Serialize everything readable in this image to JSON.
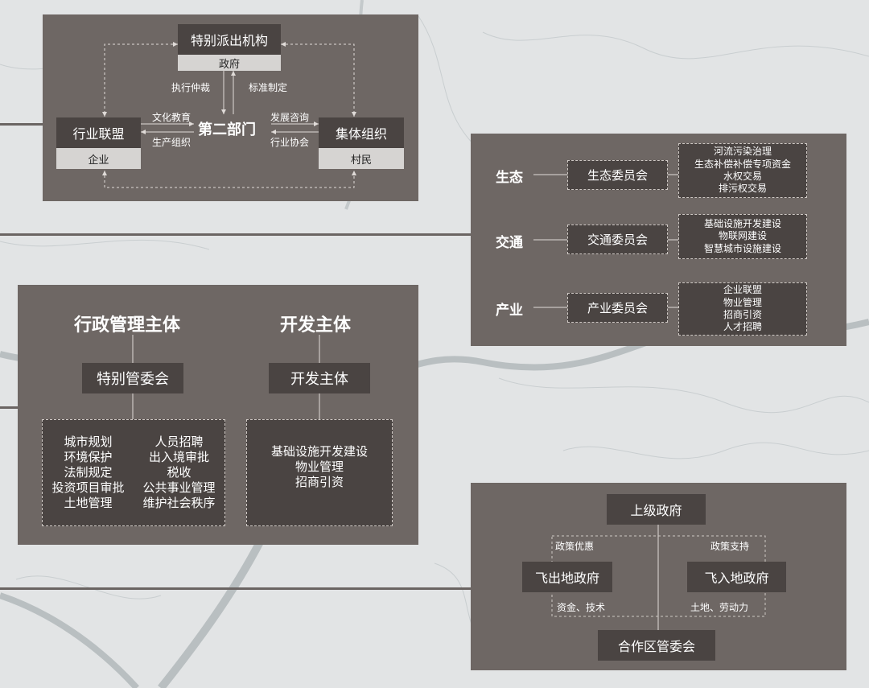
{
  "top_panel": {
    "special_agency": "特别派出机构",
    "special_agency_sub": "政府",
    "industry_alliance": "行业联盟",
    "industry_alliance_sub": "企业",
    "collective_org": "集体组织",
    "collective_org_sub": "村民",
    "second_dept": "第二部门",
    "label_enforce": "执行仲裁",
    "label_standard": "标准制定",
    "label_culture": "文化教育",
    "label_production": "生产组织",
    "label_consult": "发展咨询",
    "label_association": "行业协会"
  },
  "right_panel": {
    "rows": [
      {
        "category": "生态",
        "committee": "生态委员会",
        "tasks": [
          "河流污染治理",
          "生态补偿补偿专项资金",
          "水权交易",
          "排污权交易"
        ]
      },
      {
        "category": "交通",
        "committee": "交通委员会",
        "tasks": [
          "基础设施开发建设",
          "物联网建设",
          "智慧城市设施建设"
        ]
      },
      {
        "category": "产业",
        "committee": "产业委员会",
        "tasks": [
          "企业联盟",
          "物业管理",
          "招商引资",
          "人才招聘"
        ]
      }
    ]
  },
  "mid_panel": {
    "admin_title": "行政管理主体",
    "dev_title": "开发主体",
    "admin_committee": "特别管委会",
    "dev_entity": "开发主体",
    "admin_duties_left": [
      "城市规划",
      "环境保护",
      "法制规定",
      "投资项目审批",
      "土地管理"
    ],
    "admin_duties_right": [
      "人员招聘",
      "出入境审批",
      "税收",
      "公共事业管理",
      "维护社会秩序"
    ],
    "dev_duties": [
      "基础设施开发建设",
      "物业管理",
      "招商引资"
    ]
  },
  "bottom_panel": {
    "superior_gov": "上级政府",
    "policy_preference": "政策优惠",
    "policy_support": "政策支持",
    "outflow_gov": "飞出地政府",
    "inflow_gov": "飞入地政府",
    "capital_tech": "资金、技术",
    "land_labor": "土地、劳动力",
    "coop_committee": "合作区管委会"
  },
  "colors": {
    "panel": "#6e6764",
    "box": "#4a4442",
    "label_bg": "#d6d4d2",
    "map_bg": "#dfe1e2",
    "river": "#bfc4c5"
  }
}
